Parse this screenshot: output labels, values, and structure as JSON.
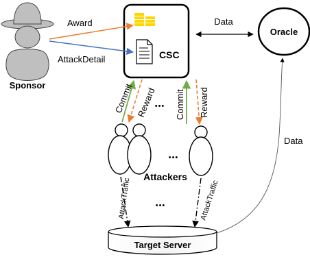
{
  "sponsor": {
    "label": "Sponsor"
  },
  "csc": {
    "label": "CSC"
  },
  "oracle": {
    "label": "Oracle"
  },
  "attackers": {
    "label": "Attackers"
  },
  "target_server": {
    "label": "Target Server"
  },
  "flows": {
    "award": "Award",
    "attack_detail": "AttackDetail",
    "data_csc_oracle": "Data",
    "data_server_oracle": "Data",
    "commit_left": "Commit",
    "reward_left": "Reward",
    "commit_right": "Commit",
    "reward_right": "Reward",
    "attack_traffic_left": "AttackTraffic",
    "attack_traffic_right": "AttackTraffic"
  },
  "ellipsis": "•••",
  "colors": {
    "award_arrow": "#ED7D31",
    "attack_detail_arrow": "#4472C4",
    "commit_arrow": "#70AD47",
    "reward_arrow": "#ED7D31",
    "coins": "#FFD700",
    "figure_gray": "#BFBFBF"
  }
}
